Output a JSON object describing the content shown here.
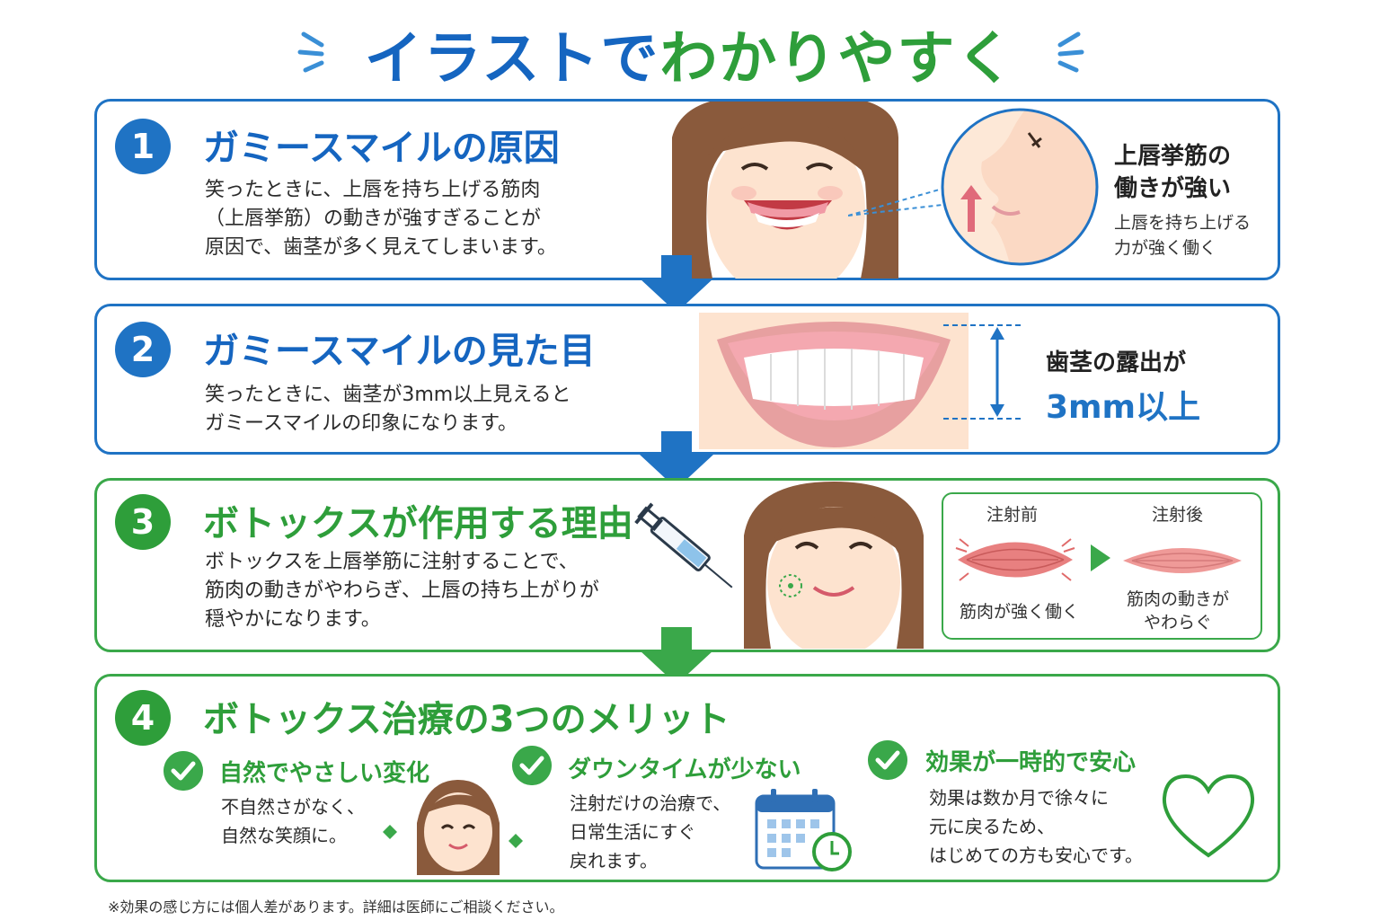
{
  "title": {
    "part1": "イラストで",
    "part2": "わかりやすく"
  },
  "sections": [
    {
      "number": "1",
      "heading": "ガミースマイルの原因",
      "lines": [
        "笑ったときに、上唇を持ち上げる筋肉",
        "（上唇挙筋）の動きが強すぎることが",
        "原因で、歯茎が多く見えてしまいます。"
      ],
      "callout_title": [
        "上唇挙筋の",
        "働きが強い"
      ],
      "callout_text": [
        "上唇を持ち上げる",
        "力が強く働く"
      ]
    },
    {
      "number": "2",
      "heading": "ガミースマイルの見た目",
      "lines": [
        "笑ったときに、歯茎が3mm以上見えると",
        "ガミースマイルの印象になります。"
      ],
      "callout_title": "歯茎の露出が",
      "callout_value": "3mm以上"
    },
    {
      "number": "3",
      "heading": "ボトックスが作用する理由",
      "lines": [
        "ボトックスを上唇挙筋に注射することで、",
        "筋肉の動きがやわらぎ、上唇の持ち上がりが",
        "穏やかになります。"
      ],
      "before_label": "注射前",
      "after_label": "注射後",
      "before_caption": "筋肉が強く働く",
      "after_caption": [
        "筋肉の動きが",
        "やわらぐ"
      ]
    },
    {
      "number": "4",
      "heading": "ボトックス治療の3つのメリット",
      "merits": [
        {
          "title": "自然でやさしい変化",
          "lines": [
            "不自然さがなく、",
            "自然な笑顔に。"
          ],
          "icon": "smiling-woman-icon"
        },
        {
          "title": "ダウンタイムが少ない",
          "lines": [
            "注射だけの治療で、",
            "日常生活にすぐ",
            "戻れます。"
          ],
          "icon": "calendar-clock-icon"
        },
        {
          "title": "効果が一時的で安心",
          "lines": [
            "効果は数か月で徐々に",
            "元に戻るため、",
            "はじめての方も安心です。"
          ],
          "icon": "heart-icon"
        }
      ]
    }
  ],
  "footnote": "※効果の感じ方には個人差があります。詳細は医師にご相談ください。",
  "colors": {
    "blue": "#1f73c4",
    "green": "#2e9e3a",
    "muscle": "#e06a6a"
  }
}
